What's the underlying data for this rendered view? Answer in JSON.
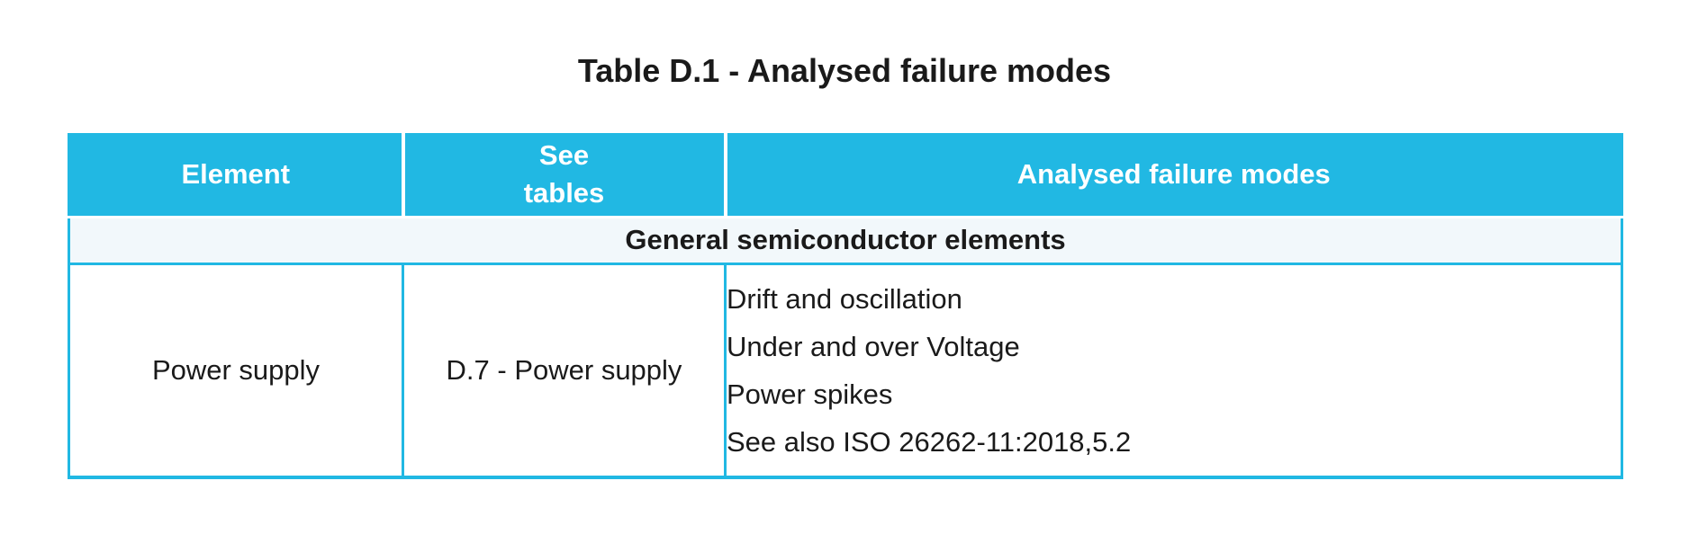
{
  "title": "Table D.1 - Analysed failure modes",
  "table": {
    "headers": [
      "Element",
      "See\ntables",
      "Analysed failure modes"
    ],
    "section_row": "General semiconductor elements",
    "rows": [
      {
        "element": "Power supply",
        "see_tables": "D.7 - Power supply",
        "failure_modes": [
          "Drift and oscillation",
          "Under and over Voltage",
          "Power spikes",
          "See also ISO 26262-11:2018,5.2"
        ]
      }
    ]
  },
  "colors": {
    "header_bg": "#21B8E3",
    "border": "#21B8E3",
    "section_bg": "#F2F8FB",
    "header_text": "#FFFFFF",
    "body_text": "#1A1A1A"
  }
}
